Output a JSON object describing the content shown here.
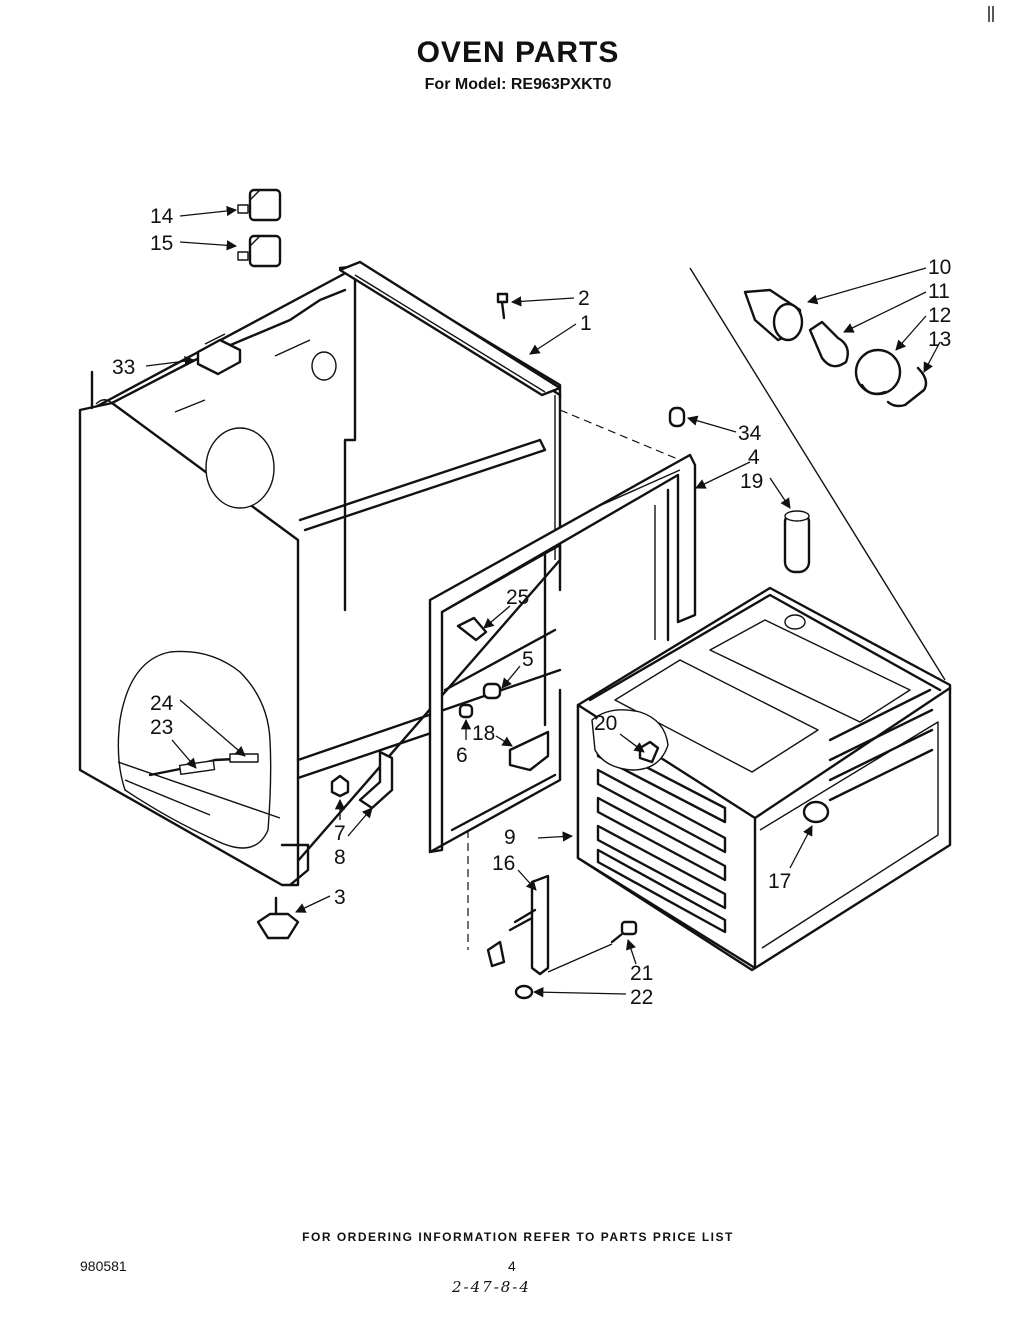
{
  "header": {
    "title": "OVEN PARTS",
    "subtitle": "For Model: RE963PXKT0"
  },
  "callouts": [
    "1",
    "2",
    "3",
    "4",
    "5",
    "6",
    "7",
    "8",
    "9",
    "10",
    "11",
    "12",
    "13",
    "14",
    "15",
    "16",
    "17",
    "18",
    "19",
    "20",
    "21",
    "22",
    "23",
    "24",
    "25",
    "33",
    "34"
  ],
  "footer": {
    "ordering_note": "FOR ORDERING INFORMATION REFER TO PARTS PRICE LIST",
    "doc_code": "980581",
    "page_number": "4",
    "handwritten_note": "2-47-8-4"
  }
}
